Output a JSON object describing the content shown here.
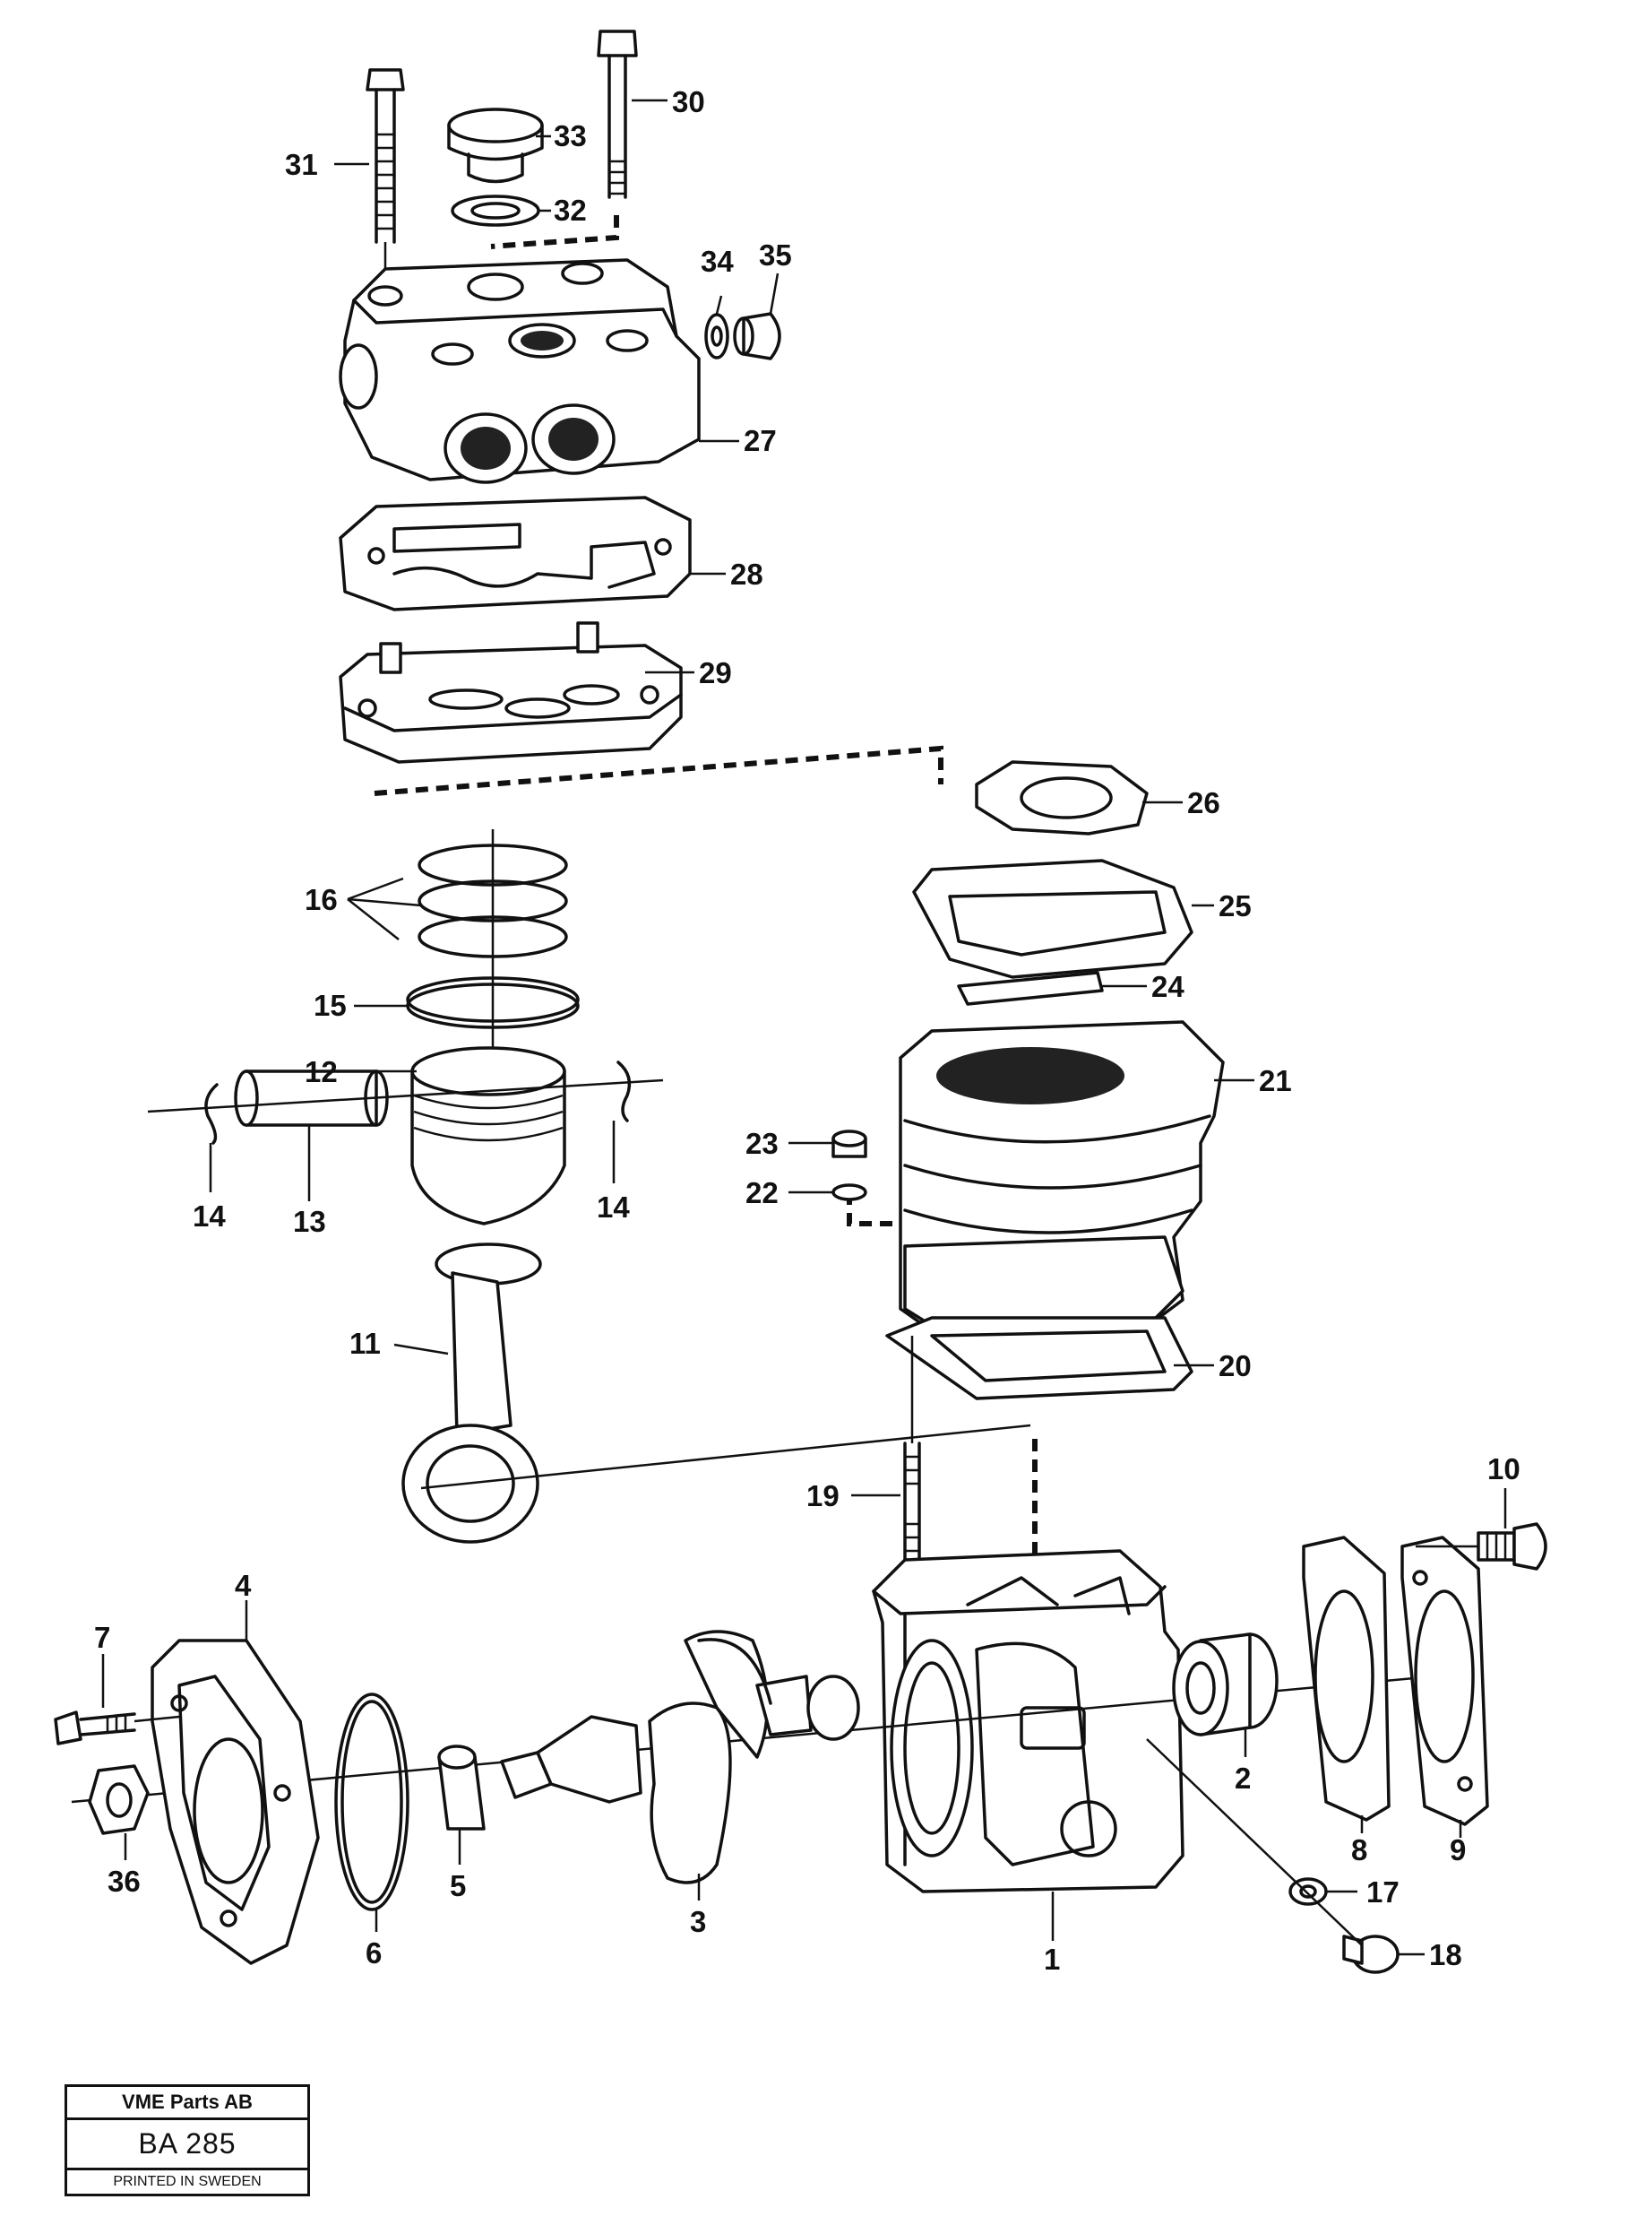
{
  "callouts": {
    "c1": "1",
    "c2": "2",
    "c3": "3",
    "c4": "4",
    "c5": "5",
    "c6": "6",
    "c7": "7",
    "c8": "8",
    "c9": "9",
    "c10": "10",
    "c11": "11",
    "c12": "12",
    "c13": "13",
    "c14a": "14",
    "c14b": "14",
    "c15": "15",
    "c16": "16",
    "c17": "17",
    "c18": "18",
    "c19": "19",
    "c20": "20",
    "c21": "21",
    "c22": "22",
    "c23": "23",
    "c24": "24",
    "c25": "25",
    "c26": "26",
    "c27": "27",
    "c28": "28",
    "c29": "29",
    "c30": "30",
    "c31": "31",
    "c32": "32",
    "c33": "33",
    "c34": "34",
    "c35": "35",
    "c36": "36"
  },
  "title_block": {
    "company": "VME Parts AB",
    "drawing_code": "BA 285",
    "printed": "PRINTED IN SWEDEN"
  }
}
